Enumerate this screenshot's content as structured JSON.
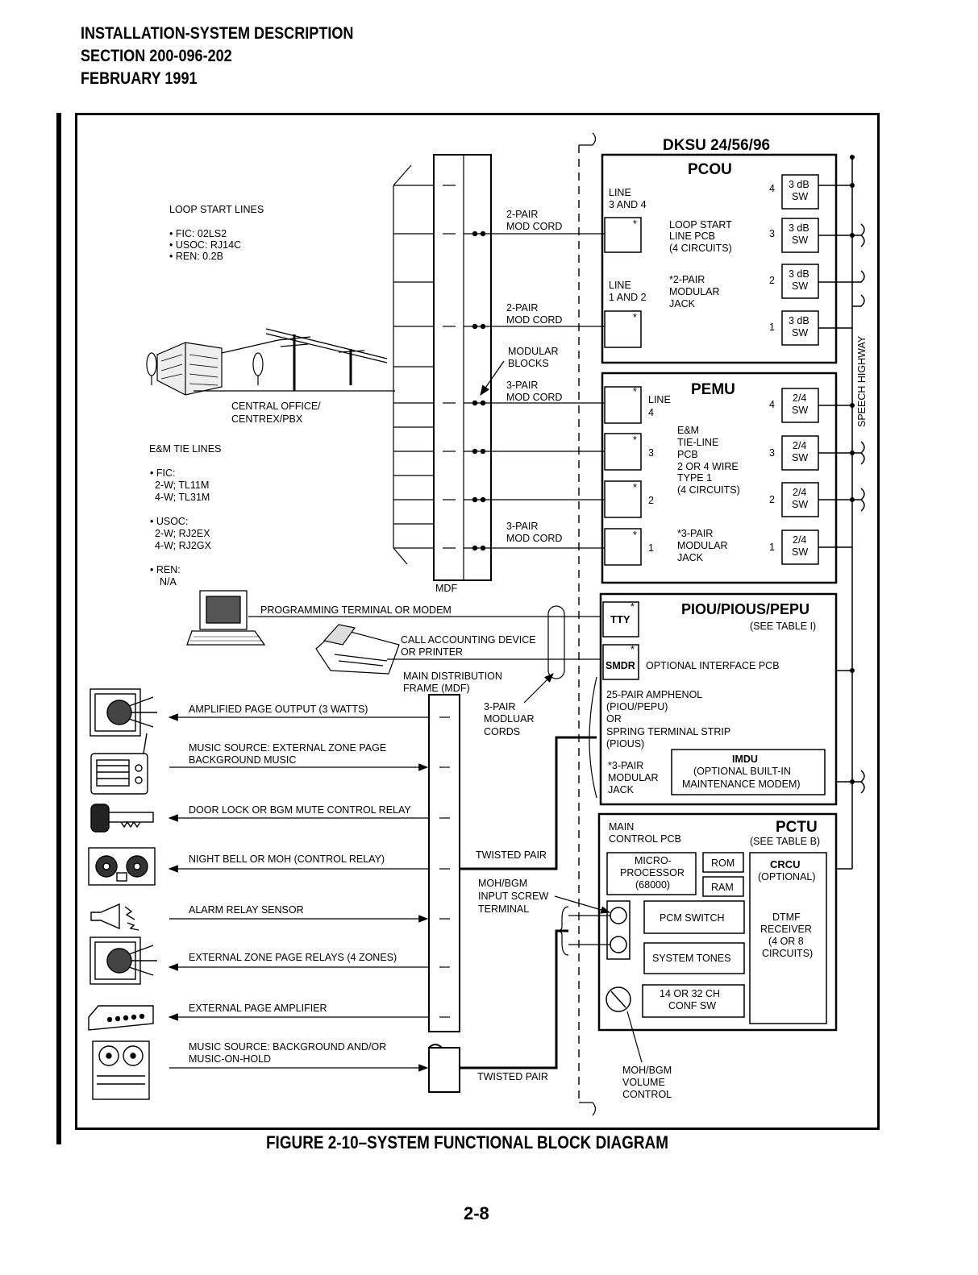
{
  "header": {
    "line1": "INSTALLATION-SYSTEM DESCRIPTION",
    "line2": "SECTION 200-096-202",
    "line3": "FEBRUARY 1991"
  },
  "caption": "FIGURE 2-10–SYSTEM FUNCTIONAL BLOCK DIAGRAM",
  "page_number": "2-8",
  "dksu": {
    "title": "DKSU 24/56/96",
    "pcou": {
      "title": "PCOU",
      "line34": [
        "LINE",
        "3 AND 4"
      ],
      "line12": [
        "LINE",
        "1 AND 2"
      ],
      "pcb": [
        "LOOP START",
        "LINE PCB",
        "(4 CIRCUITS)"
      ],
      "jack": [
        "*2-PAIR",
        "MODULAR",
        "JACK"
      ],
      "sw_label": [
        "3 dB",
        "SW"
      ],
      "sw_nums": [
        "4",
        "3",
        "2",
        "1"
      ]
    },
    "pemu": {
      "title": "PEMU",
      "line4": [
        "LINE",
        "4"
      ],
      "line_nums": [
        "3",
        "2",
        "1"
      ],
      "pcb": [
        "E&M",
        "TIE-LINE",
        "PCB",
        "2 OR 4 WIRE",
        "TYPE 1",
        "(4 CIRCUITS)"
      ],
      "jack": [
        "*3-PAIR",
        "MODULAR",
        "JACK"
      ],
      "sw_label": [
        "2/4",
        "SW"
      ],
      "sw_nums": [
        "4",
        "3",
        "2",
        "1"
      ]
    },
    "speech_highway": "SPEECH HIGHWAY",
    "asterisk": "*"
  },
  "piou": {
    "title": "PIOU/PIOUS/PEPU",
    "see_table": "(SEE TABLE I)",
    "tty": "TTY",
    "smdr": "SMDR",
    "optional_pcb": "OPTIONAL INTERFACE PCB",
    "amphenol": [
      "25-PAIR AMPHENOL",
      "(PIOU/PEPU)",
      "OR",
      "SPRING TERMINAL STRIP",
      "(PIOUS)"
    ],
    "jack": [
      "*3-PAIR",
      "MODULAR",
      "JACK"
    ],
    "imdu": [
      "IMDU",
      "(OPTIONAL BUILT-IN",
      "MAINTENANCE MODEM)"
    ]
  },
  "pctu": {
    "title": "PCTU",
    "see_table": "(SEE TABLE B)",
    "main_control": [
      "MAIN",
      "CONTROL PCB"
    ],
    "micro": [
      "MICRO-",
      "PROCESSOR",
      "(68000)"
    ],
    "rom": "ROM",
    "ram": "RAM",
    "crcu": [
      "CRCU",
      "(OPTIONAL)"
    ],
    "pcm": "PCM SWITCH",
    "tones": "SYSTEM TONES",
    "conf": [
      "14 OR 32 CH",
      "CONF SW"
    ],
    "dtmf": [
      "DTMF",
      "RECEIVER",
      "(4 OR 8",
      "CIRCUITS)"
    ],
    "volume": [
      "MOH/BGM",
      "VOLUME",
      "CONTROL"
    ]
  },
  "left": {
    "loop_start": "LOOP START LINES",
    "loop_details": [
      "• FIC: 02LS2",
      "• USOC: RJ14C",
      "• REN: 0.2B"
    ],
    "central_office": [
      "CENTRAL OFFICE/",
      "CENTREX/PBX"
    ],
    "em_tie": "E&M TIE LINES",
    "em_details": [
      "• FIC:",
      "2-W; TL11M",
      "4-W; TL31M",
      "• USOC:",
      "2-W; RJ2EX",
      "4-W; RJ2GX",
      "• REN:",
      "N/A"
    ],
    "cord_2pair": [
      "2-PAIR",
      "MOD CORD"
    ],
    "cord_3pair": [
      "3-PAIR",
      "MOD CORD"
    ],
    "modular_blocks": [
      "MODULAR",
      "BLOCKS"
    ],
    "mdf": "MDF"
  },
  "peripherals": {
    "prog_terminal": "PROGRAMMING TERMINAL OR MODEM",
    "call_accounting": [
      "CALL ACCOUNTING DEVICE",
      "OR PRINTER"
    ],
    "main_distribution": [
      "MAIN DISTRIBUTION",
      "FRAME (MDF)"
    ],
    "modular_cords": [
      "3-PAIR",
      "MODLUAR",
      "CORDS"
    ],
    "items": [
      "AMPLIFIED PAGE OUTPUT (3 WATTS)",
      "MUSIC SOURCE: EXTERNAL ZONE PAGE",
      "BACKGROUND MUSIC",
      "DOOR LOCK OR BGM MUTE CONTROL RELAY",
      "NIGHT BELL OR MOH (CONTROL RELAY)",
      "ALARM RELAY SENSOR",
      "EXTERNAL ZONE PAGE RELAYS (4 ZONES)",
      "EXTERNAL PAGE AMPLIFIER",
      "MUSIC SOURCE: BACKGROUND AND/OR",
      "MUSIC-ON-HOLD"
    ],
    "twisted_pair": "TWISTED PAIR",
    "screw_terminal": [
      "MOH/BGM",
      "INPUT SCREW",
      "TERMINAL"
    ]
  }
}
